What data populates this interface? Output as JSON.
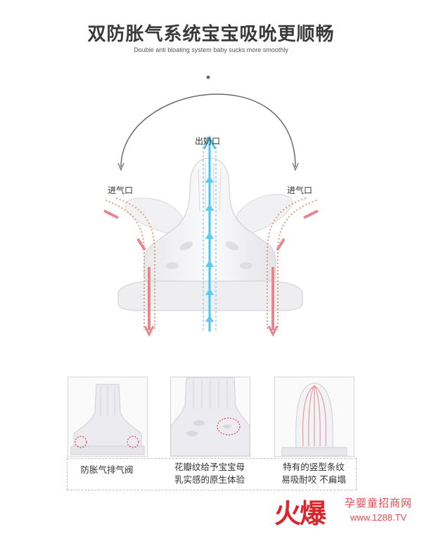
{
  "header": {
    "title": "双防胀气系统宝宝吸吮更顺畅",
    "subtitle": "Double anti bloating system baby sucks more smoothly"
  },
  "diagram": {
    "outlet_label": "出奶口",
    "inlet_left_label": "进气口",
    "inlet_right_label": "进气口",
    "colors": {
      "milk_flow": "#4fc3e8",
      "air_flow": "#e8868e",
      "air_dots": "#e0a080",
      "arc": "#666666"
    }
  },
  "features": [
    {
      "caption": "防胀气排气阀"
    },
    {
      "caption_line1": "花瓣纹给予宝宝母",
      "caption_line2": "乳实感的原生体验"
    },
    {
      "caption_line1": "特有的竖型条纹",
      "caption_line2": "易吸耐咬 不扁塌"
    }
  ],
  "watermark": {
    "logo_chars": "火爆",
    "site_name": "孕婴童招商网",
    "url": "www.1288.TV"
  }
}
